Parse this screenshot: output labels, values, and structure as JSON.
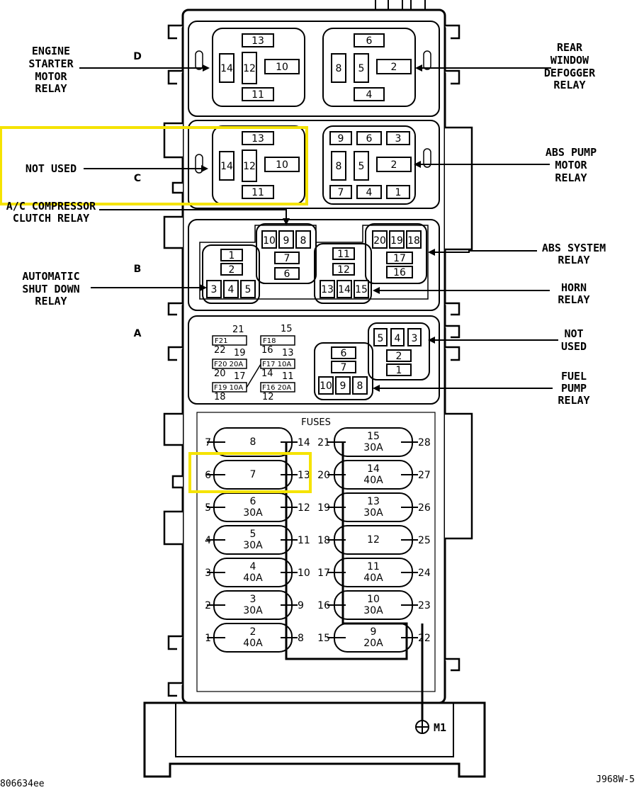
{
  "section_letters": {
    "d": "D",
    "c": "C",
    "b": "B",
    "a": "A"
  },
  "callouts": {
    "engine_starter": [
      "ENGINE",
      "STARTER",
      "MOTOR",
      "RELAY"
    ],
    "not_used_c": [
      "NOT USED"
    ],
    "ac_compressor": [
      "A/C COMPRESSOR",
      "CLUTCH RELAY"
    ],
    "automatic_shutdown": [
      "AUTOMATIC",
      "SHUT DOWN",
      "RELAY"
    ],
    "rear_window": [
      "REAR",
      "WINDOW",
      "DEFOGGER",
      "RELAY"
    ],
    "abs_pump": [
      "ABS PUMP",
      "MOTOR",
      "RELAY"
    ],
    "abs_system": [
      "ABS SYSTEM",
      "RELAY"
    ],
    "horn": [
      "HORN",
      "RELAY"
    ],
    "not_used_a": [
      "NOT",
      "USED"
    ],
    "fuel_pump": [
      "FUEL",
      "PUMP",
      "RELAY"
    ]
  },
  "relay_d_left": {
    "top": "13",
    "left": "14",
    "mid": "12",
    "right": "10",
    "bottom": "11"
  },
  "relay_d_right": {
    "top": "6",
    "left": "8",
    "mid": "5",
    "right": "2",
    "bottom": "4"
  },
  "relay_c_left": {
    "top": "13",
    "left": "14",
    "mid": "12",
    "right": "10",
    "bottom": "11"
  },
  "relay_c_right": {
    "top": [
      "9",
      "6",
      "3"
    ],
    "left": "8",
    "mid": "5",
    "right": "2",
    "bottom": [
      "7",
      "4",
      "1"
    ]
  },
  "relay_b_top": {
    "row": [
      "10",
      "9",
      "8"
    ],
    "a": "7",
    "b": "6"
  },
  "relay_b_left": {
    "a": "1",
    "b": "2",
    "row": [
      "3",
      "4",
      "5"
    ]
  },
  "relay_b_mid": {
    "a": "11",
    "b": "12",
    "row": [
      "13",
      "14",
      "15"
    ]
  },
  "relay_b_right": {
    "row": [
      "20",
      "19",
      "18"
    ],
    "a": "17",
    "b": "16"
  },
  "relay_a_right": {
    "row": [
      "5",
      "4",
      "3"
    ],
    "a": "2",
    "b": "1"
  },
  "relay_a_fuel": {
    "a": "6",
    "b": "7",
    "row": [
      "10",
      "9",
      "8"
    ]
  },
  "minifuses": {
    "n21": "21",
    "n15": "15",
    "f21": "F21",
    "f18": "F18",
    "n22": "22",
    "n19": "19",
    "n16": "16",
    "n13": "13",
    "f20": "F20 20A",
    "f17": "F17 10A",
    "n20": "20",
    "n17": "17",
    "n14": "14",
    "n11": "11",
    "f19": "F19 10A",
    "f16": "F16 20A",
    "n18": "18",
    "n12": "12"
  },
  "fuses_title": "FUSES",
  "fuses_left": [
    {
      "num": "8",
      "amp": "",
      "l": "7",
      "r": "14"
    },
    {
      "num": "7",
      "amp": "",
      "l": "6",
      "r": "13"
    },
    {
      "num": "6",
      "amp": "30A",
      "l": "5",
      "r": "12"
    },
    {
      "num": "5",
      "amp": "30A",
      "l": "4",
      "r": "11"
    },
    {
      "num": "4",
      "amp": "40A",
      "l": "3",
      "r": "10"
    },
    {
      "num": "3",
      "amp": "30A",
      "l": "2",
      "r": "9"
    },
    {
      "num": "2",
      "amp": "40A",
      "l": "1",
      "r": "8"
    }
  ],
  "fuses_right": [
    {
      "num": "15",
      "amp": "30A",
      "l": "21",
      "r": "28"
    },
    {
      "num": "14",
      "amp": "40A",
      "l": "20",
      "r": "27"
    },
    {
      "num": "13",
      "amp": "30A",
      "l": "19",
      "r": "26"
    },
    {
      "num": "12",
      "amp": "",
      "l": "18",
      "r": "25"
    },
    {
      "num": "11",
      "amp": "40A",
      "l": "17",
      "r": "24"
    },
    {
      "num": "10",
      "amp": "30A",
      "l": "16",
      "r": "23"
    },
    {
      "num": "9",
      "amp": "20A",
      "l": "15",
      "r": "22"
    }
  ],
  "ground_label": "M1",
  "footer_left": "806634ee",
  "footer_right": "J968W-5",
  "highlight_color": "#f5e300",
  "line_color": "#000000"
}
